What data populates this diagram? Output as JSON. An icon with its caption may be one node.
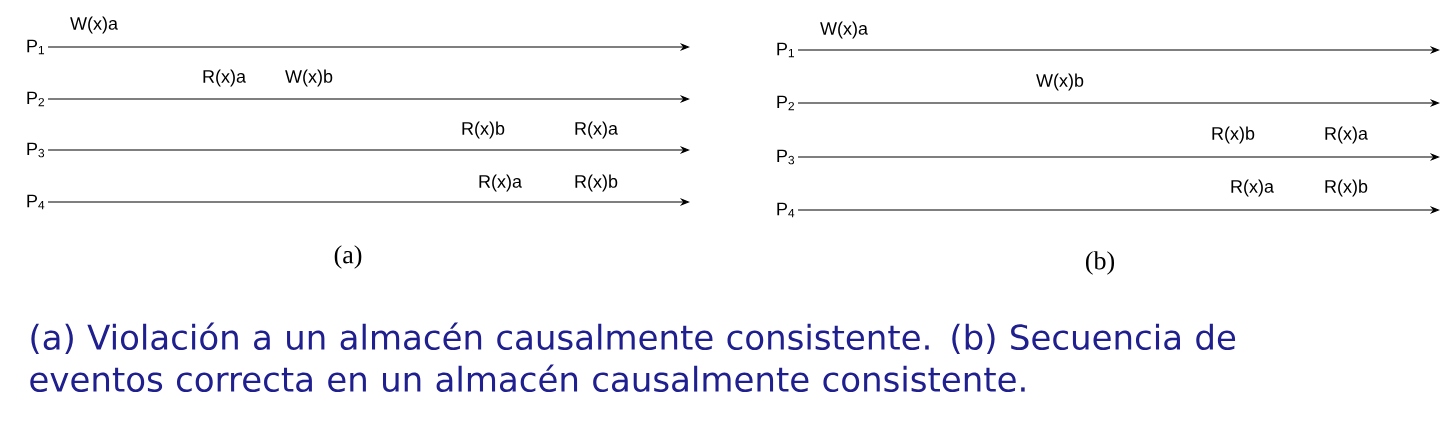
{
  "diagram": {
    "caption": "(a) Violación a un almacén causalmente consistente. (b) Secuencia de eventos correcta en un almacén causalmente consistente.",
    "nodes": [
      {
        "text": [
          "P$_{1}$"
        ]
      },
      {
        "text": [
          "P$_{2}$"
        ]
      },
      {
        "text": [
          "P$_{3}$"
        ]
      },
      {
        "text": [
          "P$_{4}$"
        ]
      },
      {
        "text": [
          "P$_{1}$"
        ]
      },
      {
        "text": [
          "P$_{2}$"
        ]
      },
      {
        "text": [
          "P$_{3}$"
        ]
      },
      {
        "text": [
          "P$_{4}$"
        ]
      }
    ],
    "edges": [
      {
        "from": 0,
        "to": null,
        "arrow": "to"
      },
      {
        "from": 1,
        "to": null,
        "arrow": "to"
      },
      {
        "from": 2,
        "to": null,
        "arrow": "to"
      },
      {
        "from": 3,
        "to": null,
        "arrow": "to"
      },
      {
        "from": 4,
        "to": null,
        "arrow": "to"
      },
      {
        "from": 5,
        "to": null,
        "arrow": "to"
      },
      {
        "from": 6,
        "to": null,
        "arrow": "to"
      },
      {
        "from": 7,
        "to": null,
        "arrow": "to"
      }
    ],
    "labels": [
      "W(x)a",
      "R(x)a",
      "W(x)b",
      "R(x)b",
      "R(x)a",
      "R(x)a",
      "R(x)b",
      "(a)",
      "W(x)a",
      "W(x)b",
      "R(x)b",
      "R(x)a",
      "R(x)a",
      "R(x)b",
      "(b)"
    ]
  }
}
